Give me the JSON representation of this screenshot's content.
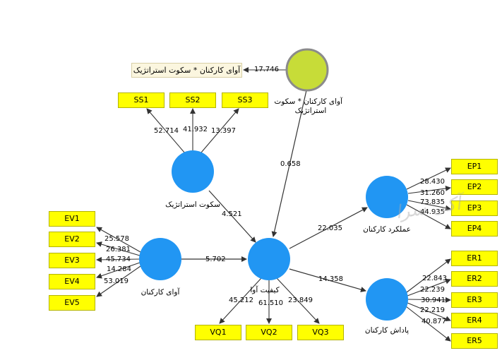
{
  "colors": {
    "construct": "#2196f3",
    "interaction": "#c7dc38",
    "indicator": "#ffff00",
    "edge": "#333333"
  },
  "constructs": {
    "ss": "سکوت استراتژیک",
    "ev": "آوای کارکنان",
    "vq": "کیفیت آوا",
    "ep": "عملکرد کارکنان",
    "er": "پاداش کارکنان",
    "inter_line1": "آوای کارکنان * سکوت",
    "inter_line2": "استراتژیک"
  },
  "interaction_box": "آوای کارکنان * سکوت استراتژیک",
  "indicators": {
    "ss": [
      "SS1",
      "SS2",
      "SS3"
    ],
    "ev": [
      "EV1",
      "EV2",
      "EV3",
      "EV4",
      "EV5"
    ],
    "vq": [
      "VQ1",
      "VQ2",
      "VQ3"
    ],
    "ep": [
      "EP1",
      "EP2",
      "EP3",
      "EP4"
    ],
    "er": [
      "ER1",
      "ER2",
      "ER3",
      "ER4",
      "ER5"
    ]
  },
  "loadings": {
    "interaction": "17.746",
    "ss": [
      "52.714",
      "41.932",
      "13.397"
    ],
    "ev": [
      "25.578",
      "26.381",
      "45.734",
      "14.284",
      "53.019"
    ],
    "vq": [
      "45.212",
      "61.510",
      "23.849"
    ],
    "ep": [
      "28.430",
      "31.260",
      "73.835",
      "44.935"
    ],
    "er": [
      "22.843",
      "22.239",
      "30.941",
      "22.219",
      "40.877"
    ]
  },
  "paths": {
    "inter_vq": "0.658",
    "ss_vq": "4.521",
    "ev_vq": "5.702",
    "vq_ep": "22.035",
    "vq_er": "14.358"
  },
  "watermark": "آکی سرا"
}
